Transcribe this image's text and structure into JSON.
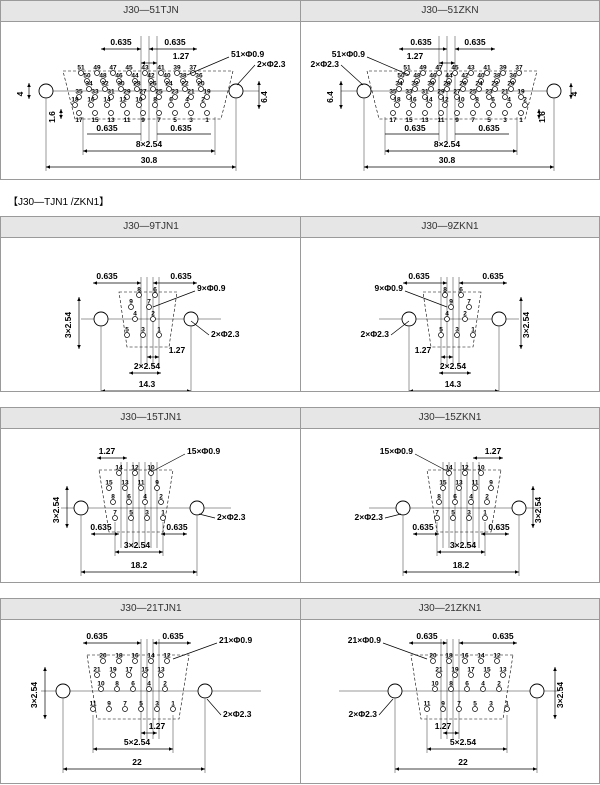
{
  "section_label": "【J30—TJN1 /ZKN1】",
  "panels": [
    {
      "id": "r51",
      "left": {
        "title": "J30—51TJN",
        "dims": {
          "p1": "0.635",
          "p2": "0.635",
          "p3": "1.27",
          "holes": "51×Φ0.9",
          "mount": "2×Φ2.3",
          "h": "4",
          "h2": "1.6",
          "w2": "6.4",
          "b1": "0.635",
          "b2": "0.635",
          "span": "8×2.54",
          "total": "30.8"
        },
        "pins_top": [
          "51",
          "49",
          "47",
          "45",
          "43",
          "41",
          "39",
          "37"
        ],
        "pins_row2": [
          "50",
          "48",
          "46",
          "44",
          "42",
          "40",
          "38",
          "36"
        ],
        "pins_row3": [
          "34",
          "32",
          "30",
          "28",
          "26",
          "24",
          "22",
          "20"
        ],
        "pins_row4": [
          "35",
          "33",
          "31",
          "29",
          "27",
          "25",
          "23",
          "21",
          "19"
        ],
        "pins_row5": [
          "18",
          "16",
          "14",
          "12",
          "10",
          "8",
          "6",
          "4",
          "2"
        ],
        "pins_bot": [
          "17",
          "15",
          "13",
          "11",
          "9",
          "7",
          "5",
          "3",
          "1"
        ]
      },
      "right": {
        "title": "J30—51ZKN",
        "dims": {
          "p1": "0.635",
          "p2": "0.635",
          "p3": "1.27",
          "holes": "51×Φ0.9",
          "mount": "2×Φ2.3",
          "h": "4",
          "h2": "1.6",
          "w2": "6.4",
          "b1": "0.635",
          "b2": "0.635",
          "span": "8×2.54",
          "total": "30.8"
        },
        "pins_top": [
          "37",
          "39",
          "41",
          "43",
          "45",
          "47",
          "49",
          "51"
        ],
        "pins_row2": [
          "36",
          "38",
          "40",
          "42",
          "44",
          "46",
          "48",
          "50"
        ],
        "pins_row3": [
          "20",
          "22",
          "24",
          "26",
          "28",
          "30",
          "32",
          "34"
        ],
        "pins_row4": [
          "19",
          "21",
          "23",
          "25",
          "27",
          "29",
          "31",
          "33",
          "35"
        ],
        "pins_row5": [
          "2",
          "4",
          "6",
          "8",
          "10",
          "12",
          "14",
          "16",
          "18"
        ],
        "pins_bot": [
          "1",
          "3",
          "5",
          "7",
          "9",
          "11",
          "13",
          "15",
          "17"
        ]
      }
    },
    {
      "id": "r9",
      "left": {
        "title": "J30—9TJN1",
        "dims": {
          "p1": "0.635",
          "p2": "0.635",
          "holes": "9×Φ0.9",
          "mount": "2×Φ2.3",
          "v": "3×2.54",
          "p3": "1.27",
          "span": "2×2.54",
          "total": "14.3"
        },
        "pins_top": [
          "8",
          "6"
        ],
        "pins_row2": [
          "9",
          "7"
        ],
        "pins_row3": [
          "4",
          "2"
        ],
        "pins_row4": [
          "5",
          "3",
          "1"
        ]
      },
      "right": {
        "title": "J30—9ZKN1",
        "dims": {
          "p1": "0.635",
          "p2": "0.635",
          "holes": "9×Φ0.9",
          "mount": "2×Φ2.3",
          "v": "3×2.54",
          "p3": "1.27",
          "span": "2×2.54",
          "total": "14.3"
        },
        "pins_top": [
          "6",
          "8"
        ],
        "pins_row2": [
          "7",
          "9"
        ],
        "pins_row3": [
          "2",
          "4"
        ],
        "pins_row4": [
          "1",
          "3",
          "5"
        ]
      }
    },
    {
      "id": "r15",
      "left": {
        "title": "J30—15TJN1",
        "dims": {
          "p1": "1.27",
          "holes": "15×Φ0.9",
          "mount": "2×Φ2.3",
          "v": "3×2.54",
          "b1": "0.635",
          "b2": "0.635",
          "span": "3×2.54",
          "total": "18.2"
        },
        "pins_top": [
          "14",
          "12",
          "10"
        ],
        "pins_row2": [
          "15",
          "13",
          "11",
          "9"
        ],
        "pins_row3": [
          "8",
          "6",
          "4",
          "2"
        ],
        "pins_row4": [
          "7",
          "5",
          "3",
          "1"
        ]
      },
      "right": {
        "title": "J30—15ZKN1",
        "dims": {
          "p1": "1.27",
          "holes": "15×Φ0.9",
          "mount": "2×Φ2.3",
          "v": "3×2.54",
          "b1": "0.635",
          "b2": "0.635",
          "span": "3×2.54",
          "total": "18.2"
        },
        "pins_top": [
          "10",
          "12",
          "14"
        ],
        "pins_row2": [
          "9",
          "11",
          "13",
          "15"
        ],
        "pins_row3": [
          "2",
          "4",
          "6",
          "8"
        ],
        "pins_row4": [
          "1",
          "3",
          "5",
          "7"
        ]
      }
    },
    {
      "id": "r21",
      "left": {
        "title": "J30—21TJN1",
        "dims": {
          "p1": "0.635",
          "p2": "0.635",
          "holes": "21×Φ0.9",
          "mount": "2×Φ2.3",
          "v": "3×2.54",
          "p3": "1.27",
          "span": "5×2.54",
          "total": "22"
        },
        "pins_top": [
          "20",
          "18",
          "16",
          "14",
          "12"
        ],
        "pins_row2": [
          "21",
          "19",
          "17",
          "15",
          "13"
        ],
        "pins_row3": [
          "10",
          "8",
          "6",
          "4",
          "2"
        ],
        "pins_row4": [
          "11",
          "9",
          "7",
          "5",
          "3",
          "1"
        ]
      },
      "right": {
        "title": "J30—21ZKN1",
        "dims": {
          "p1": "0.635",
          "p2": "0.635",
          "holes": "21×Φ0.9",
          "mount": "2×Φ2.3",
          "v": "3×2.54",
          "p3": "1.27",
          "span": "5×2.54",
          "total": "22"
        },
        "pins_top": [
          "12",
          "14",
          "16",
          "18",
          "20"
        ],
        "pins_row2": [
          "13",
          "15",
          "17",
          "19",
          "21"
        ],
        "pins_row3": [
          "2",
          "4",
          "6",
          "8",
          "10"
        ],
        "pins_row4": [
          "1",
          "3",
          "5",
          "7",
          "9",
          "11"
        ]
      }
    }
  ]
}
